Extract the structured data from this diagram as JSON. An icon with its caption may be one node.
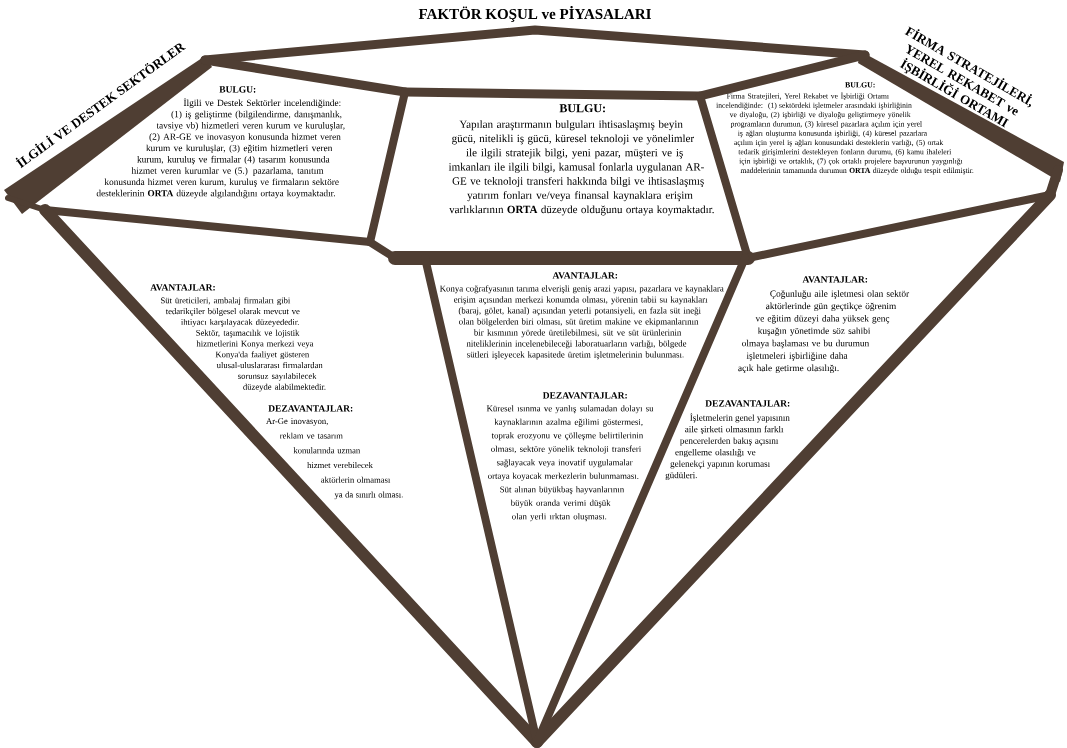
{
  "diagram": {
    "nodes": [
      {
        "text": [
          "BULGU:",
          "İlgili ve Destek Sektörler incelendiğinde: (1) iş geliştirme (bilgilendirme, danışmanlık, tavsiye vb) hizmetleri veren kurum ve kuruluşlar, (2) AR-GE ve inovasyon konusunda hizmet veren kurum ve kuruluşlar, (3) eğitim hizmetleri veren kurum, kuruluş ve firmalar (4) tasarım konusunda hizmet veren kurumlar ve (5.) pazarlama, tanıtım konusunda hizmet veren kurum, kuruluş ve firmaların sektöre desteklerinin **ORTA** düzeyde algılandığını ortaya koymaktadır."
        ]
      },
      {
        "text": [
          "BULGU:",
          "Yapılan araştırmanın bulguları ihtisaslaşmış beyin gücü, nitelikli iş gücü, küresel teknoloji ve yönelimler ile ilgili stratejik bilgi, yeni pazar, müşteri ve iş imkanları ile ilgili bilgi, kamusal fonlarla uygulanan AR-GE ve teknoloji transferi hakkında bilgi ve ihtisaslaşmış yatırım fonları ve/veya finansal kaynaklara erişim varlıklarının **ORTA** düzeyde olduğunu ortaya koymaktadır."
        ]
      },
      {
        "text": [
          "BULGU:",
          "Firma Stratejileri, Yerel Rekabet ve İşbirliği Ortamı incelendiğinde: (1) sektördeki işletmeler arasındaki işbirliğinin ve diyaloğu, (2) işbirliği ve diyaloğu geliştirmeye yönelik programların durumun, (3) küresel pazarlara açılım için yerel iş ağları oluşturma konusunda işbirliği, (4) küresel pazarlara açılım için yerel iş ağları konusundaki desteklerin varlığı, (5) ortak tedarik girişimlerini destekleyen fonların durumu, (6) kamu ihaleleri için işbirliği ve ortaklık, (7) çok ortaklı projelere başvurunun yaygınlığı maddelerinin tamamında durumun **ORTA** düzeyde olduğu tespit edilmiştir."
        ]
      },
      {
        "text": [
          "AVANTAJLAR:",
          "Süt üreticileri, ambalaj firmaları gibi tedarikçiler bölgesel olarak mevcut ve ihtiyacı karşılayacak düzeyededir. Sektör, taşımacılık ve lojistik hizmetlerini Konya merkezi veya Konya'da faaliyet gösteren ulusal-uluslararası firmalardan sorunsuz sayılabilecek düzeyde alabilmektedir.",
          "DEZAVANTAJLAR:",
          "Ar-Ge inovasyon, reklam ve tasarım konularında uzman hizmet verebilecek aktörlerin olmaması ya da sınırlı olması."
        ]
      },
      {
        "text": [
          "AVANTAJLAR:",
          "Konya coğrafyasının tarıma elverişli geniş arazi yapısı, pazarlara ve kaynaklara erişim açısından merkezi konumda olması, yörenin tabii su kaynakları (baraj, gölet, kanal) açısından yeterli potansiyeli, en fazla süt ineği olan bölgelerden biri olması, süt üretim makine ve ekipmanlarının bir kısmının yörede üretilebilmesi, süt ve süt ürünlerinin niteliklerinin incelenebileceği laboratuarların varlığı, bölgede sütleri işleyecek kapasitede üretim işletmelerinin bulunması.",
          "DEZAVANTAJLAR:",
          "Küresel ısınma ve yanlış sulamadan dolayı su kaynaklarının azalma eğilimi göstermesi, toprak erozyonu ve çölleşme belirtilerinin olması, sektöre yönelik teknoloji transferi sağlayacak veya inovatif uygulamalar ortaya koyacak merkezlerin bulunmaması. Süt alınan büyükbaş hayvanlarının büyük oranda verimi düşük olan yerli ırktan oluşması."
        ]
      },
      {
        "text": [
          "AVANTAJLAR:",
          "Çoğunluğu aile işletmesi olan sektör aktörlerinde gün geçtikçe öğrenim ve eğitim düzeyi daha yüksek genç kuşağın yönetimde söz sahibi olmaya başlaması ve bu durumun işletmeleri işbirliğine daha açık hale getirme olasılığı.",
          "DEZAVANTAJLAR:",
          "İşletmelerin genel yapısının aile şirketi olmasının farklı pencerelerden bakış açısını engelleme olasılığı ve gelenekçi yapının koruması güdüleri."
        ]
      }
    ],
    "labels": [
      "FAKTÖR KOŞUL ve PİYASALARI",
      "İLGİLİ VE DESTEK SEKTÖRLER",
      "FİRMA STRATEJİLERİ, YEREL REKABET ve İŞBİRLİĞİ ORTAMI"
    ]
  }
}
